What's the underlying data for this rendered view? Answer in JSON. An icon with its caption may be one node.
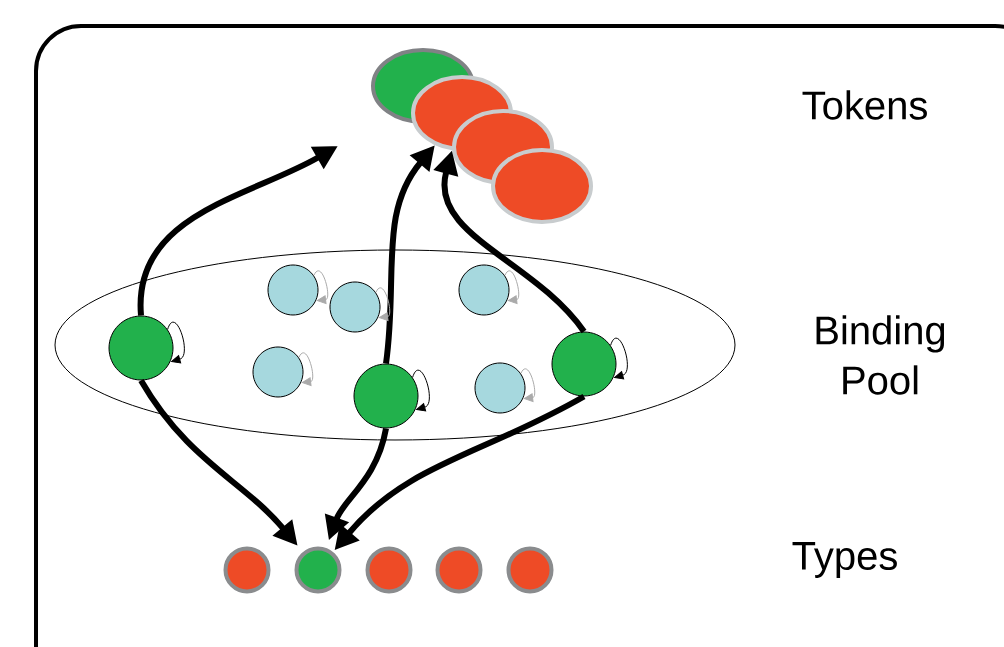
{
  "diagram": {
    "nodes": [
      {
        "text": [],
        "shape": "ellipse"
      },
      {
        "text": [],
        "shape": "ellipse"
      },
      {
        "text": [],
        "shape": "ellipse"
      },
      {
        "text": [],
        "shape": "ellipse"
      },
      {
        "text": [],
        "shape": "ellipse"
      },
      {
        "text": [],
        "shape": "circle",
        "in": 4
      },
      {
        "text": [],
        "shape": "circle",
        "in": 4
      },
      {
        "text": [],
        "shape": "circle",
        "in": 4
      },
      {
        "text": [],
        "shape": "circle",
        "in": 4
      },
      {
        "text": [],
        "shape": "circle",
        "in": 4
      },
      {
        "text": [],
        "shape": "circle",
        "in": 4
      },
      {
        "text": [],
        "shape": "circle",
        "in": 4
      },
      {
        "text": [],
        "shape": "circle",
        "in": 4
      },
      {
        "text": [],
        "shape": "circle"
      },
      {
        "text": [],
        "shape": "circle"
      },
      {
        "text": [],
        "shape": "circle"
      },
      {
        "text": [],
        "shape": "circle"
      },
      {
        "text": [],
        "shape": "circle"
      }
    ],
    "edges": [
      {
        "from": 5,
        "to": null,
        "arrow": "to",
        "style": "thick"
      },
      {
        "from": 5,
        "to": 14,
        "arrow": "to",
        "style": "thick"
      },
      {
        "from": 9,
        "to": 1,
        "arrow": "to",
        "style": "thick"
      },
      {
        "from": 9,
        "to": 14,
        "arrow": "to",
        "style": "thick"
      },
      {
        "from": 12,
        "to": 1,
        "arrow": "to",
        "style": "thick"
      },
      {
        "from": 12,
        "to": 14,
        "arrow": "to",
        "style": "thick"
      },
      {
        "from": 5,
        "to": 5,
        "arrow": "to",
        "color": "#000000"
      },
      {
        "from": 6,
        "to": 6,
        "arrow": "to",
        "color": "#aaaaaa"
      },
      {
        "from": 7,
        "to": 7,
        "arrow": "to",
        "color": "#aaaaaa"
      },
      {
        "from": 8,
        "to": 8,
        "arrow": "to",
        "color": "#aaaaaa"
      },
      {
        "from": 9,
        "to": 9,
        "arrow": "to",
        "color": "#000000"
      },
      {
        "from": 10,
        "to": 10,
        "arrow": "to",
        "color": "#aaaaaa"
      },
      {
        "from": 11,
        "to": 11,
        "arrow": "to",
        "color": "#aaaaaa"
      },
      {
        "from": 12,
        "to": 12,
        "arrow": "to",
        "color": "#000000"
      }
    ],
    "labels": [
      "Tokens",
      "Binding Pool",
      "Types"
    ]
  }
}
